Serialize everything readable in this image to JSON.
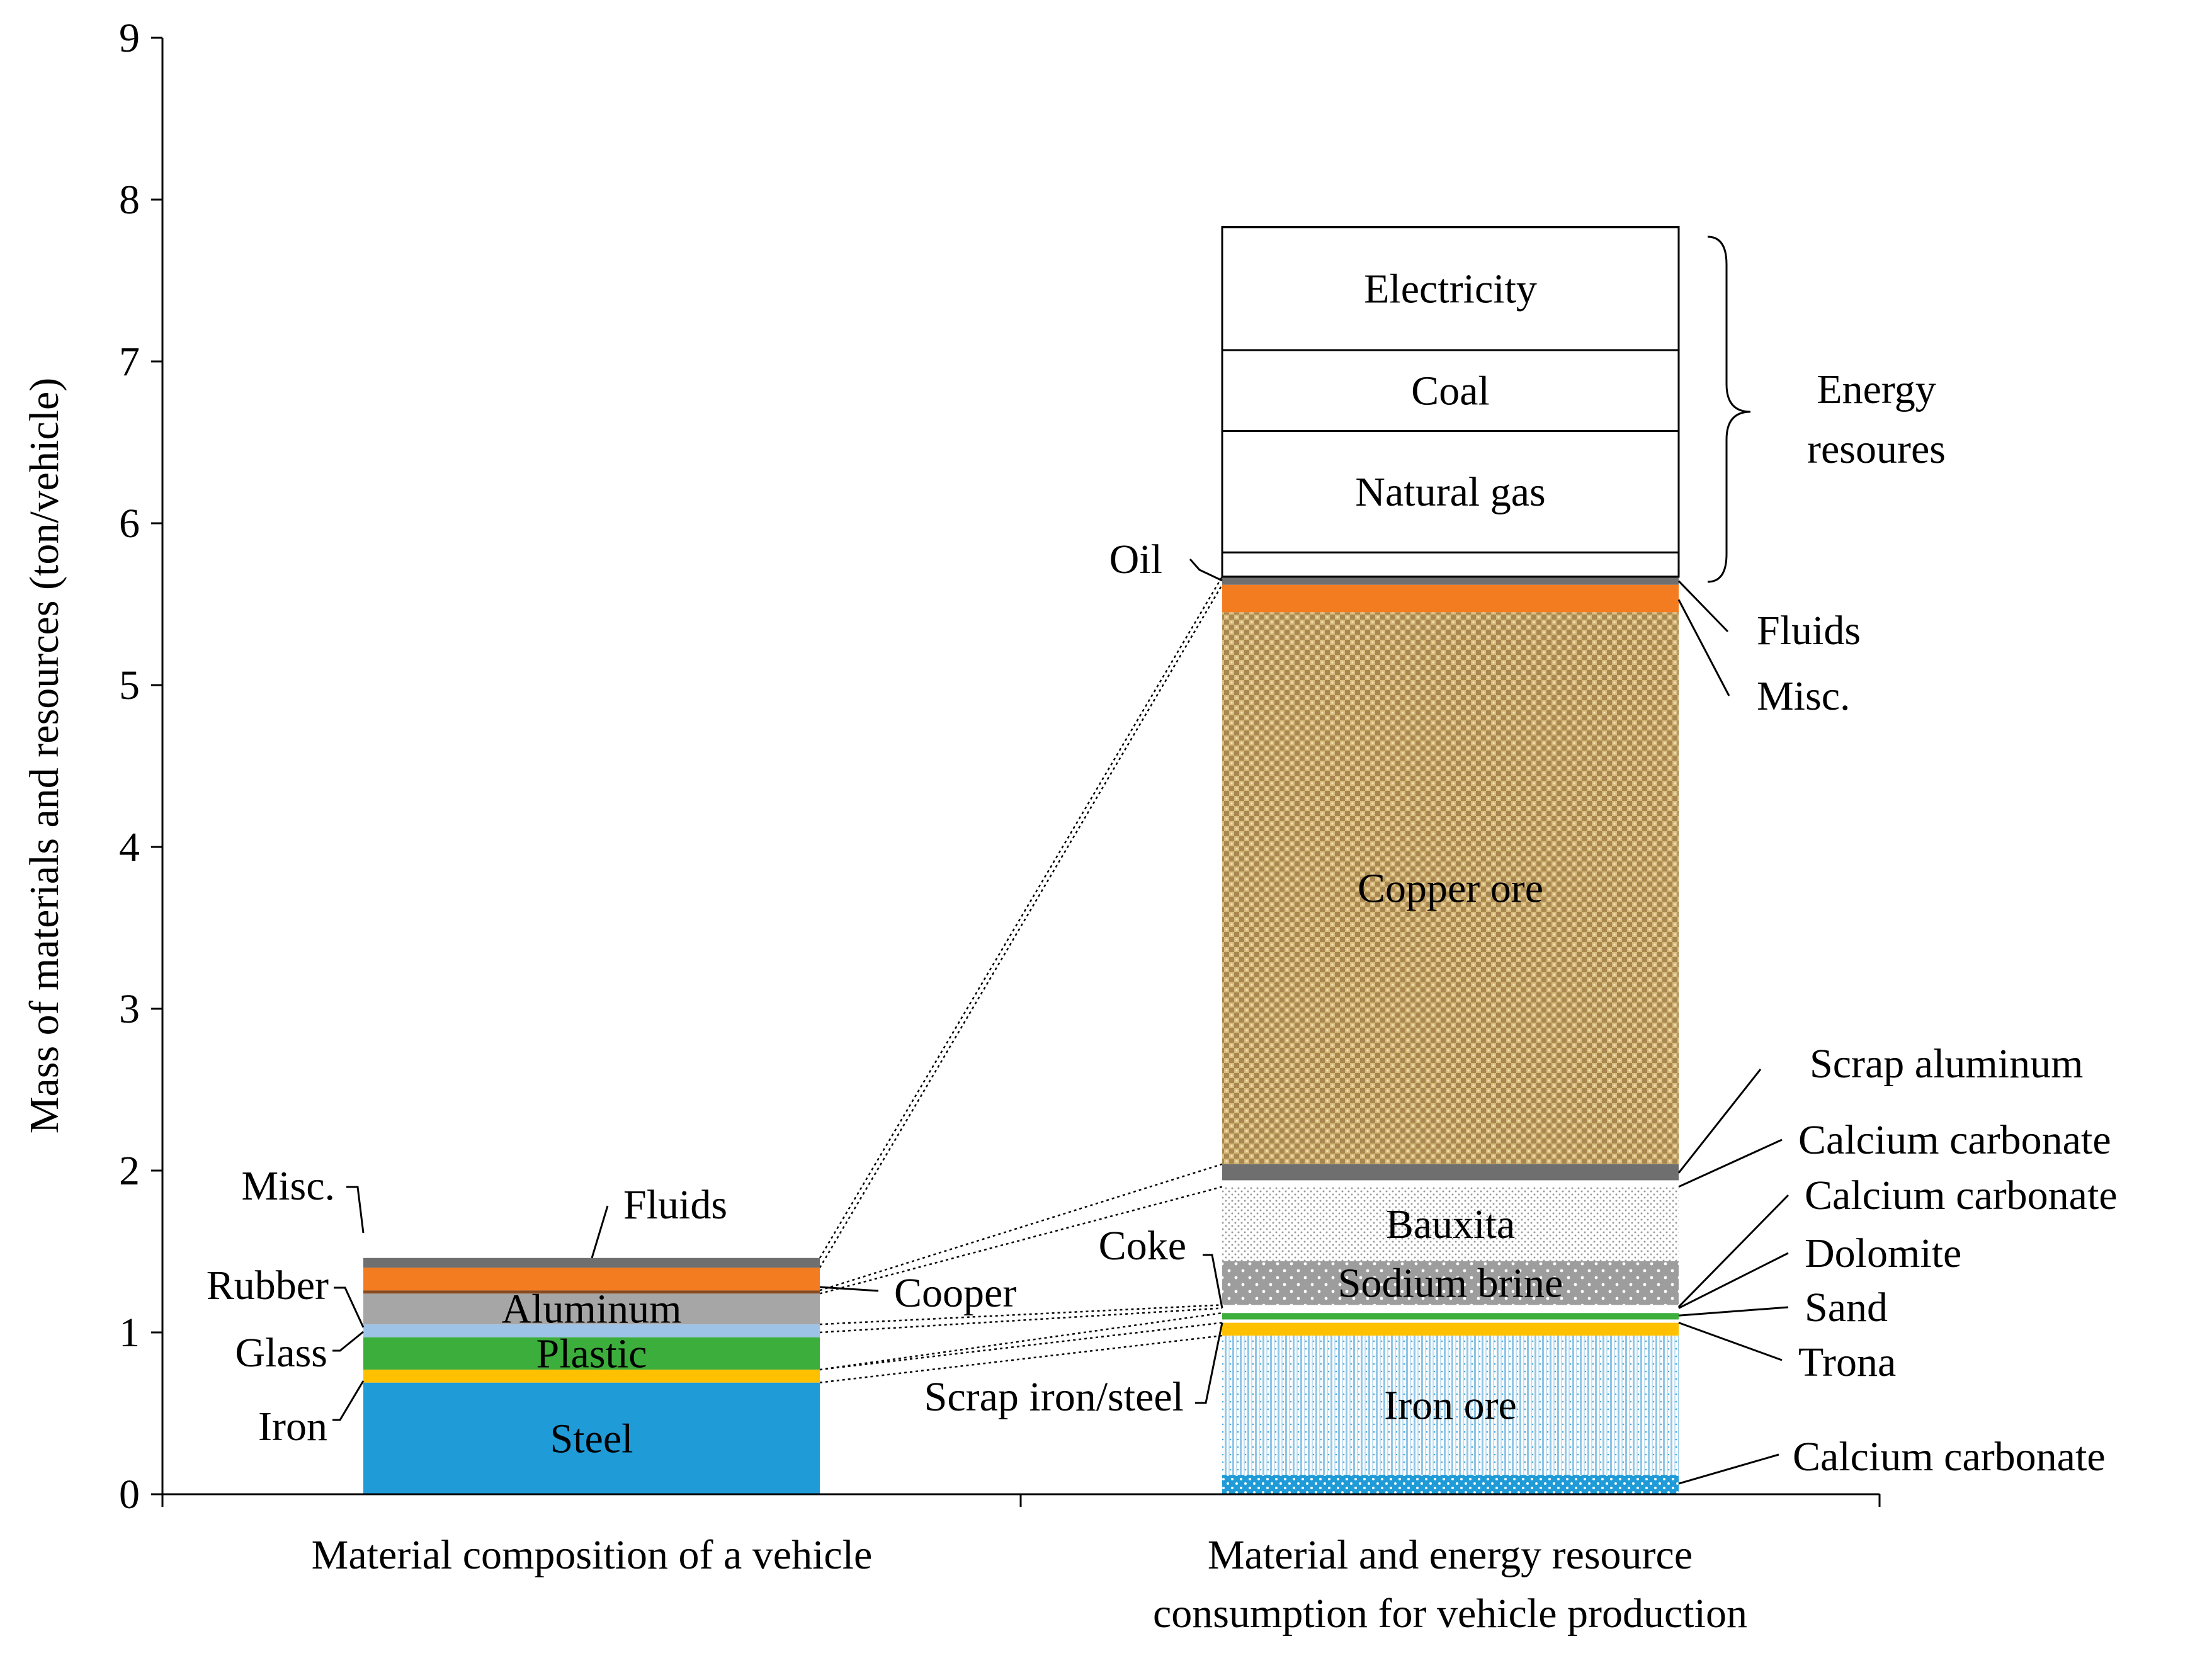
{
  "colors": {
    "steel": "#1f9bd7",
    "iron": "#ffc000",
    "plastic": "#3cae3c",
    "glass": "#9dc3e6",
    "aluminum": "#a6a6a6",
    "copper": "#8a4a1c",
    "misc": "#f47c20",
    "fluids": "#6f6f6f",
    "copper_ore": "#d8b878",
    "bauxite": "#e8e8e8",
    "sodium_brine": "#a0a0a0",
    "iron_ore": "#c8e4f4",
    "energy": "#ffffff"
  },
  "chart_data": {
    "type": "bar",
    "stacked": true,
    "ylabel": "Mass  of materials and resources (ton/vehicle)",
    "ylim": [
      0,
      9
    ],
    "yticks": [
      "0",
      "1",
      "2",
      "3",
      "4",
      "5",
      "6",
      "7",
      "8",
      "9"
    ],
    "grid": false,
    "categories": [
      "Material composition of a vehicle",
      "Material and energy resource consumption for vehicle production"
    ],
    "category_lines": [
      [
        "Material composition of a vehicle"
      ],
      [
        "Material and energy resource",
        "consumption for vehicle production"
      ]
    ],
    "bars": [
      {
        "category": "Material composition of a vehicle",
        "segments": [
          {
            "name": "Steel",
            "value": 0.69,
            "color_key": "steel",
            "inline": true
          },
          {
            "name": "Iron",
            "value": 0.08,
            "color_key": "iron"
          },
          {
            "name": "Plastic",
            "value": 0.2,
            "color_key": "plastic",
            "inline": true
          },
          {
            "name": "Glass",
            "value": 0.03,
            "color_key": "glass"
          },
          {
            "name": "Rubber",
            "value": 0.05,
            "color_key": "glass"
          },
          {
            "name": "Aluminum",
            "value": 0.19,
            "color_key": "aluminum",
            "inline": true
          },
          {
            "name": "Cooper",
            "value": 0.02,
            "color_key": "copper"
          },
          {
            "name": "Misc.",
            "value": 0.14,
            "color_key": "misc"
          },
          {
            "name": "Fluids",
            "value": 0.06,
            "color_key": "fluids"
          }
        ]
      },
      {
        "category": "Material and energy resource consumption for vehicle production",
        "segments": [
          {
            "name": "Calcium carbonate",
            "value": 0.12,
            "color_key": "steel"
          },
          {
            "name": "Iron ore",
            "value": 0.86,
            "color_key": "iron_ore",
            "inline": true
          },
          {
            "name": "Scrap iron/steel",
            "value": 0.08,
            "color_key": "iron"
          },
          {
            "name": "Trona",
            "value": 0.02,
            "color_key": "energy"
          },
          {
            "name": "Sand",
            "value": 0.04,
            "color_key": "plastic"
          },
          {
            "name": "Coke",
            "value": 0.03,
            "color_key": "energy"
          },
          {
            "name": "Dolomite",
            "value": 0.02,
            "color_key": "energy"
          },
          {
            "name": "Sodium brine",
            "value": 0.27,
            "color_key": "sodium_brine",
            "inline": true
          },
          {
            "name": "Bauxita",
            "value": 0.46,
            "color_key": "bauxite",
            "inline": true
          },
          {
            "name": "Calcium carbonate",
            "value": 0.04,
            "color_key": "energy"
          },
          {
            "name": "Scrap aluminum",
            "value": 0.1,
            "color_key": "fluids"
          },
          {
            "name": "Copper ore",
            "value": 3.41,
            "color_key": "copper_ore",
            "inline": true
          },
          {
            "name": "Misc.",
            "value": 0.17,
            "color_key": "misc"
          },
          {
            "name": "Fluids",
            "value": 0.05,
            "color_key": "fluids"
          },
          {
            "name": "Oil",
            "value": 0.15,
            "color_key": "energy"
          },
          {
            "name": "Natural gas",
            "value": 0.75,
            "color_key": "energy",
            "inline": true
          },
          {
            "name": "Coal",
            "value": 0.5,
            "color_key": "energy",
            "inline": true
          },
          {
            "name": "Electricity",
            "value": 0.76,
            "color_key": "energy",
            "inline": true
          }
        ]
      }
    ],
    "annotations": {
      "energy_group": [
        "Energy",
        "resoures"
      ]
    }
  }
}
